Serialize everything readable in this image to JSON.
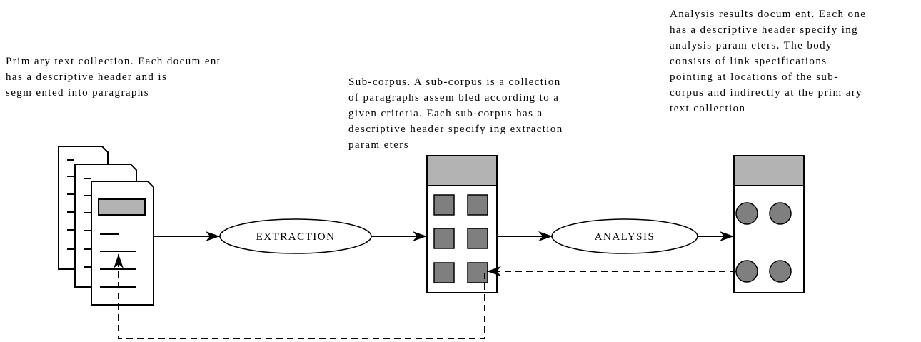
{
  "captions": {
    "primary": "Prim ary text collection. Each docum ent\nhas a descriptive header and is\nsegm ented into paragraphs",
    "subcorpus": "Sub-corpus. A sub-corpus is a collection\nof paragraphs assem bled according to a\ngiven criteria. Each sub-corpus has a\ndescriptive header specify ing extraction\nparam eters",
    "analysis": "Analysis results docum ent. Each one\nhas a descriptive header specify ing\nanalysis param eters. The body\nconsists of link specifications\npointing at locations of the sub-\ncorpus and indirectly at the prim ary\ntext collection"
  },
  "processes": {
    "extraction": "EXTRACTION",
    "analysis": "ANALYSIS"
  },
  "colors": {
    "header_fill": "#b3b3b3",
    "cell_fill": "#7f7f7f",
    "stroke": "#000000"
  }
}
